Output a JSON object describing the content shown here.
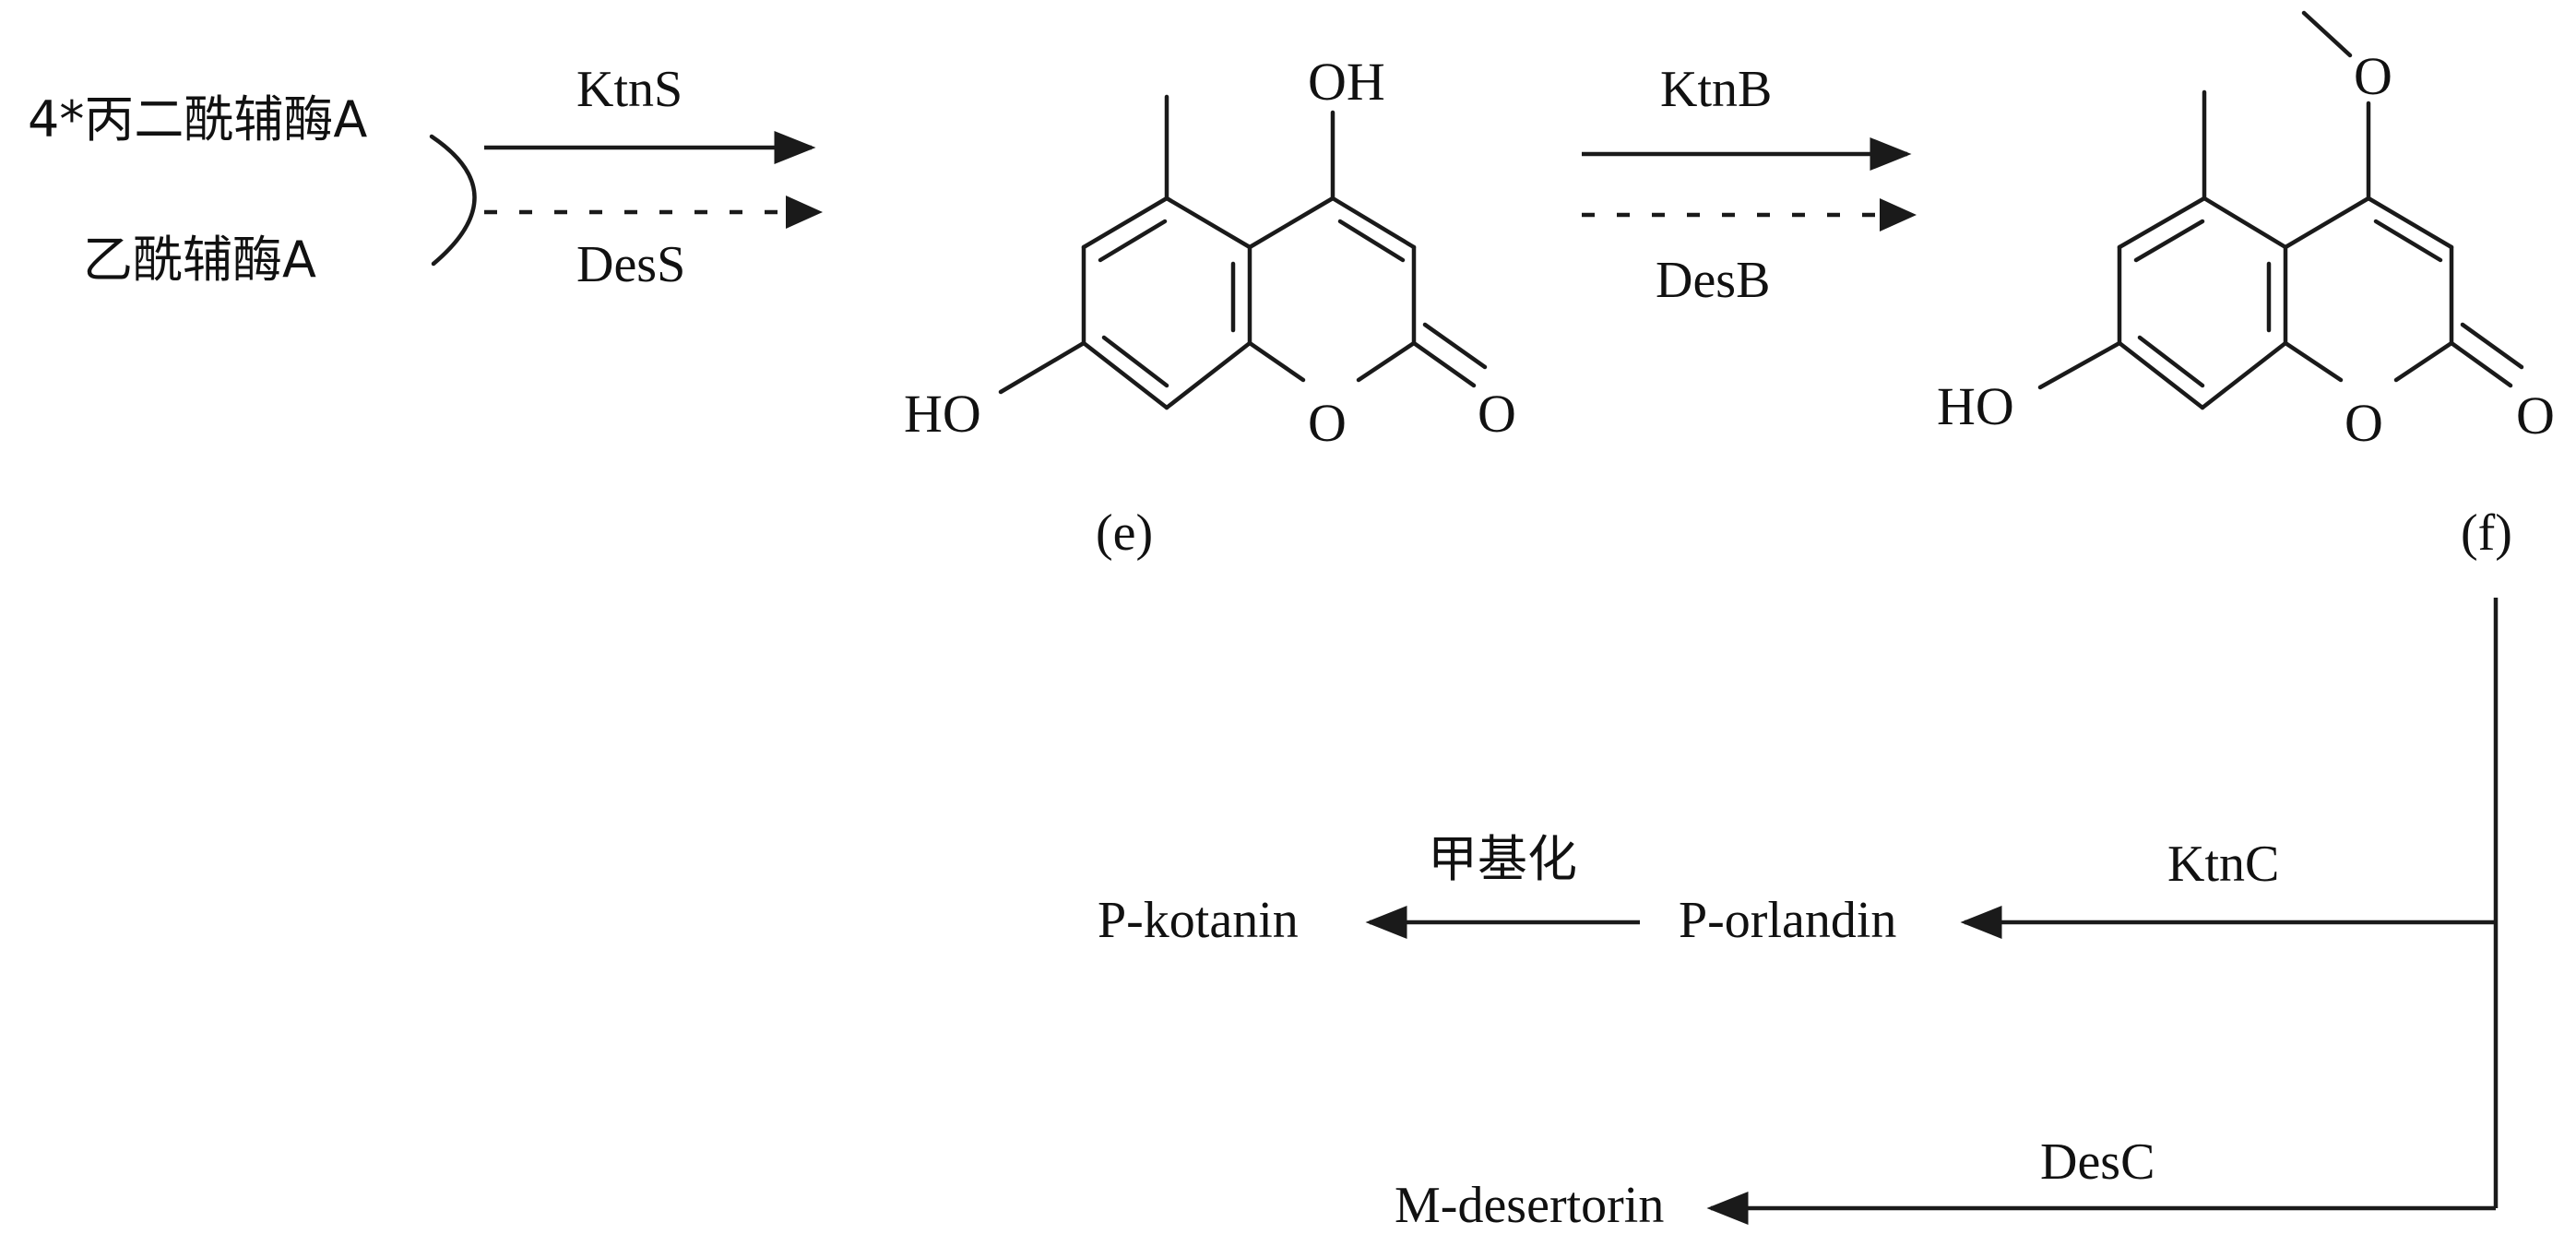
{
  "substrates": {
    "top": "4*丙二酰辅酶A",
    "bottom": "乙酰辅酶A"
  },
  "enzymes": {
    "step1_solid": "KtnS",
    "step1_dashed": "DesS",
    "step2_solid": "KtnB",
    "step2_dashed": "DesB",
    "branch_top": "KtnC",
    "branch_bottom": "DesC",
    "methylation": "甲基化"
  },
  "compounds": {
    "e": {
      "label": "(e)",
      "oh_top": "OH",
      "ho_left": "HO",
      "ring_o": "O",
      "carbonyl_o": "O"
    },
    "f": {
      "label": "(f)",
      "methoxy_o": "O",
      "ho_left": "HO",
      "ring_o": "O",
      "carbonyl_o": "O"
    }
  },
  "products": {
    "orlandin": "P-orlandin",
    "kotanin": "P-kotanin",
    "desertorin": "M-desertorin"
  }
}
